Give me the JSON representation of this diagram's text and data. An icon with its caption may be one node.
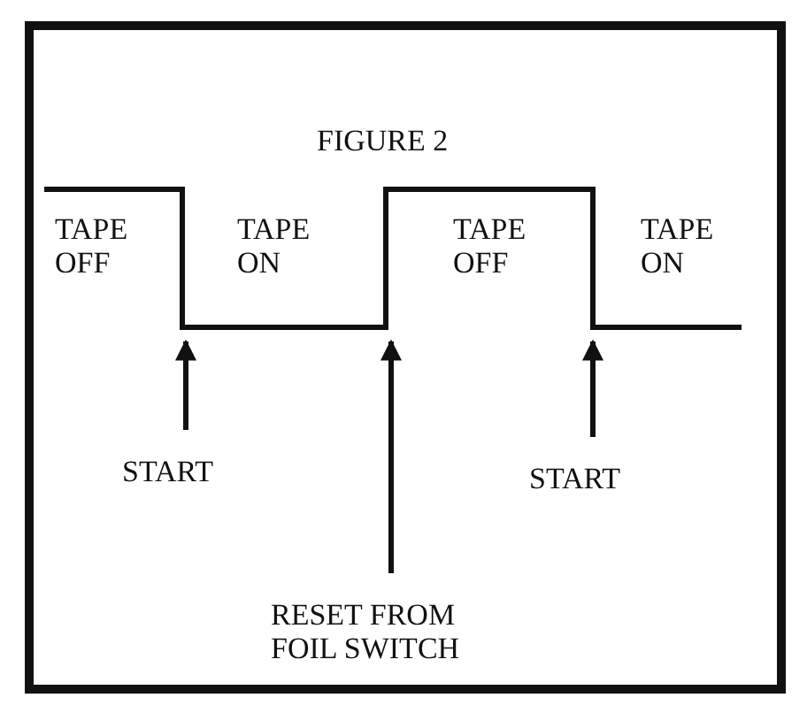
{
  "diagram": {
    "title": "FIGURE 2",
    "nodes": [
      {
        "text": [
          "START"
        ]
      },
      {
        "text": [
          "RESET FROM FOIL SWITCH"
        ]
      },
      {
        "text": [
          "START"
        ]
      }
    ],
    "edges": [
      {
        "from": 0,
        "to": null,
        "arrow": "to"
      },
      {
        "from": 1,
        "to": null,
        "arrow": "to"
      },
      {
        "from": 2,
        "to": null,
        "arrow": "to"
      }
    ],
    "labels": [
      "TAPE OFF",
      "TAPE ON",
      "TAPE OFF",
      "TAPE ON"
    ]
  }
}
